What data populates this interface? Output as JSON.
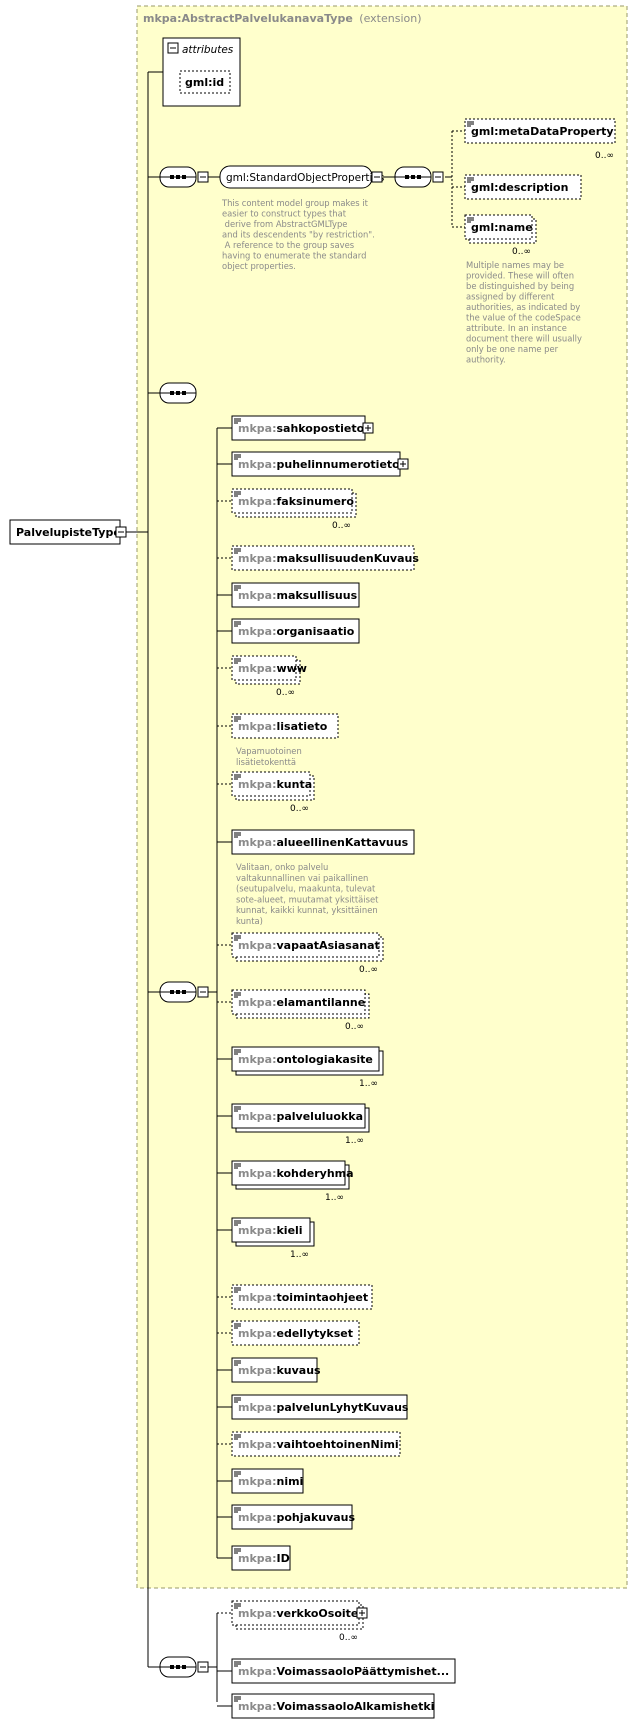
{
  "diagram": {
    "root_type": "PalvelupisteType",
    "extension": {
      "name": "mkpa:AbstractPalvelukanavaType",
      "note": "(extension)"
    },
    "attributes": {
      "title": "attributes",
      "items": [
        "gml:id"
      ]
    },
    "group": {
      "name": "gml:StandardObjectProperties",
      "annotation": [
        "This content model group makes it",
        "easier to construct types that",
        "        derive from AbstractGMLType",
        "and its descendents \"by restriction\".",
        "        A reference to the group saves",
        "having to enumerate the standard",
        "object properties."
      ],
      "items": [
        {
          "name": "gml:metaDataProperty",
          "card": "0..∞",
          "optional": true,
          "multi": false
        },
        {
          "name": "gml:description",
          "card": "",
          "optional": true,
          "multi": false
        },
        {
          "name": "gml:name",
          "card": "0..∞",
          "optional": true,
          "multi": true
        }
      ],
      "name_annotation": [
        "Multiple names may be",
        "provided.  These will often",
        "be distinguished by being",
        "assigned by different",
        "authorities, as indicated by",
        "the value of the codeSpace",
        "attribute.  In an instance",
        "document there will usually",
        "only be one name per",
        "authority."
      ]
    },
    "elements": [
      {
        "prefix": "mkpa:",
        "name": "sahkopostieto",
        "card": "",
        "optional": false,
        "multi": false,
        "expand": true,
        "ann": []
      },
      {
        "prefix": "mkpa:",
        "name": "puhelinnumerotieto",
        "card": "",
        "optional": false,
        "multi": false,
        "expand": true,
        "ann": []
      },
      {
        "prefix": "mkpa:",
        "name": "faksinumero",
        "card": "0..∞",
        "optional": true,
        "multi": true,
        "expand": false,
        "ann": []
      },
      {
        "prefix": "mkpa:",
        "name": "maksullisuudenKuvaus",
        "card": "",
        "optional": true,
        "multi": false,
        "expand": false,
        "ann": []
      },
      {
        "prefix": "mkpa:",
        "name": "maksullisuus",
        "card": "",
        "optional": false,
        "multi": false,
        "expand": false,
        "ann": []
      },
      {
        "prefix": "mkpa:",
        "name": "organisaatio",
        "card": "",
        "optional": false,
        "multi": false,
        "expand": false,
        "ann": []
      },
      {
        "prefix": "mkpa:",
        "name": "www",
        "card": "0..∞",
        "optional": true,
        "multi": true,
        "expand": false,
        "ann": []
      },
      {
        "prefix": "mkpa:",
        "name": "lisatieto",
        "card": "",
        "optional": true,
        "multi": false,
        "expand": false,
        "ann": [
          "Vapamuotoinen",
          "lisätietokenttä"
        ]
      },
      {
        "prefix": "mkpa:",
        "name": "kunta",
        "card": "0..∞",
        "optional": true,
        "multi": true,
        "expand": false,
        "ann": []
      },
      {
        "prefix": "mkpa:",
        "name": "alueellinenKattavuus",
        "card": "",
        "optional": false,
        "multi": false,
        "expand": false,
        "ann": [
          "Valitaan, onko palvelu",
          "valtakunnallinen vai paikallinen",
          "(seutupalvelu, maakunta, tulevat",
          "sote-alueet, muutamat yksittäiset",
          "kunnat, kaikki kunnat, yksittäinen",
          "kunta)"
        ]
      },
      {
        "prefix": "mkpa:",
        "name": "vapaatAsiasanat",
        "card": "0..∞",
        "optional": true,
        "multi": true,
        "expand": false,
        "ann": []
      },
      {
        "prefix": "mkpa:",
        "name": "elamantilanne",
        "card": "0..∞",
        "optional": true,
        "multi": true,
        "expand": false,
        "ann": []
      },
      {
        "prefix": "mkpa:",
        "name": "ontologiakasite",
        "card": "1..∞",
        "optional": false,
        "multi": true,
        "expand": false,
        "ann": []
      },
      {
        "prefix": "mkpa:",
        "name": "palveluluokka",
        "card": "1..∞",
        "optional": false,
        "multi": true,
        "expand": false,
        "ann": []
      },
      {
        "prefix": "mkpa:",
        "name": "kohderyhma",
        "card": "1..∞",
        "optional": false,
        "multi": true,
        "expand": false,
        "ann": []
      },
      {
        "prefix": "mkpa:",
        "name": "kieli",
        "card": "1..∞",
        "optional": false,
        "multi": true,
        "expand": false,
        "ann": []
      },
      {
        "prefix": "mkpa:",
        "name": "toimintaohjeet",
        "card": "",
        "optional": true,
        "multi": false,
        "expand": false,
        "ann": []
      },
      {
        "prefix": "mkpa:",
        "name": "edellytykset",
        "card": "",
        "optional": true,
        "multi": false,
        "expand": false,
        "ann": []
      },
      {
        "prefix": "mkpa:",
        "name": "kuvaus",
        "card": "",
        "optional": false,
        "multi": false,
        "expand": false,
        "ann": []
      },
      {
        "prefix": "mkpa:",
        "name": "palvelunLyhytKuvaus",
        "card": "",
        "optional": false,
        "multi": false,
        "expand": false,
        "ann": []
      },
      {
        "prefix": "mkpa:",
        "name": "vaihtoehtoinenNimi",
        "card": "",
        "optional": true,
        "multi": false,
        "expand": false,
        "ann": []
      },
      {
        "prefix": "mkpa:",
        "name": "nimi",
        "card": "",
        "optional": false,
        "multi": false,
        "expand": false,
        "ann": []
      },
      {
        "prefix": "mkpa:",
        "name": "pohjakuvaus",
        "card": "",
        "optional": false,
        "multi": false,
        "expand": false,
        "ann": []
      },
      {
        "prefix": "mkpa:",
        "name": "ID",
        "card": "",
        "optional": false,
        "multi": false,
        "expand": false,
        "ann": []
      }
    ],
    "bottom_elements": [
      {
        "prefix": "mkpa:",
        "name": "verkkoOsoite",
        "card": "0..∞",
        "optional": true,
        "multi": true,
        "expand": true,
        "ann": []
      },
      {
        "prefix": "mkpa:",
        "name": "VoimassaoloPäättymishet...",
        "card": "",
        "optional": false,
        "multi": false,
        "expand": false,
        "ann": []
      },
      {
        "prefix": "mkpa:",
        "name": "VoimassaoloAlkamishetki",
        "card": "",
        "optional": false,
        "multi": false,
        "expand": false,
        "ann": []
      }
    ],
    "colors": {
      "extension_bg": "#ffffcc",
      "extension_border": "#9a9a6a",
      "line": "#000000",
      "prefix": "#8a8a8a",
      "annotation": "#8a8a8a"
    }
  }
}
